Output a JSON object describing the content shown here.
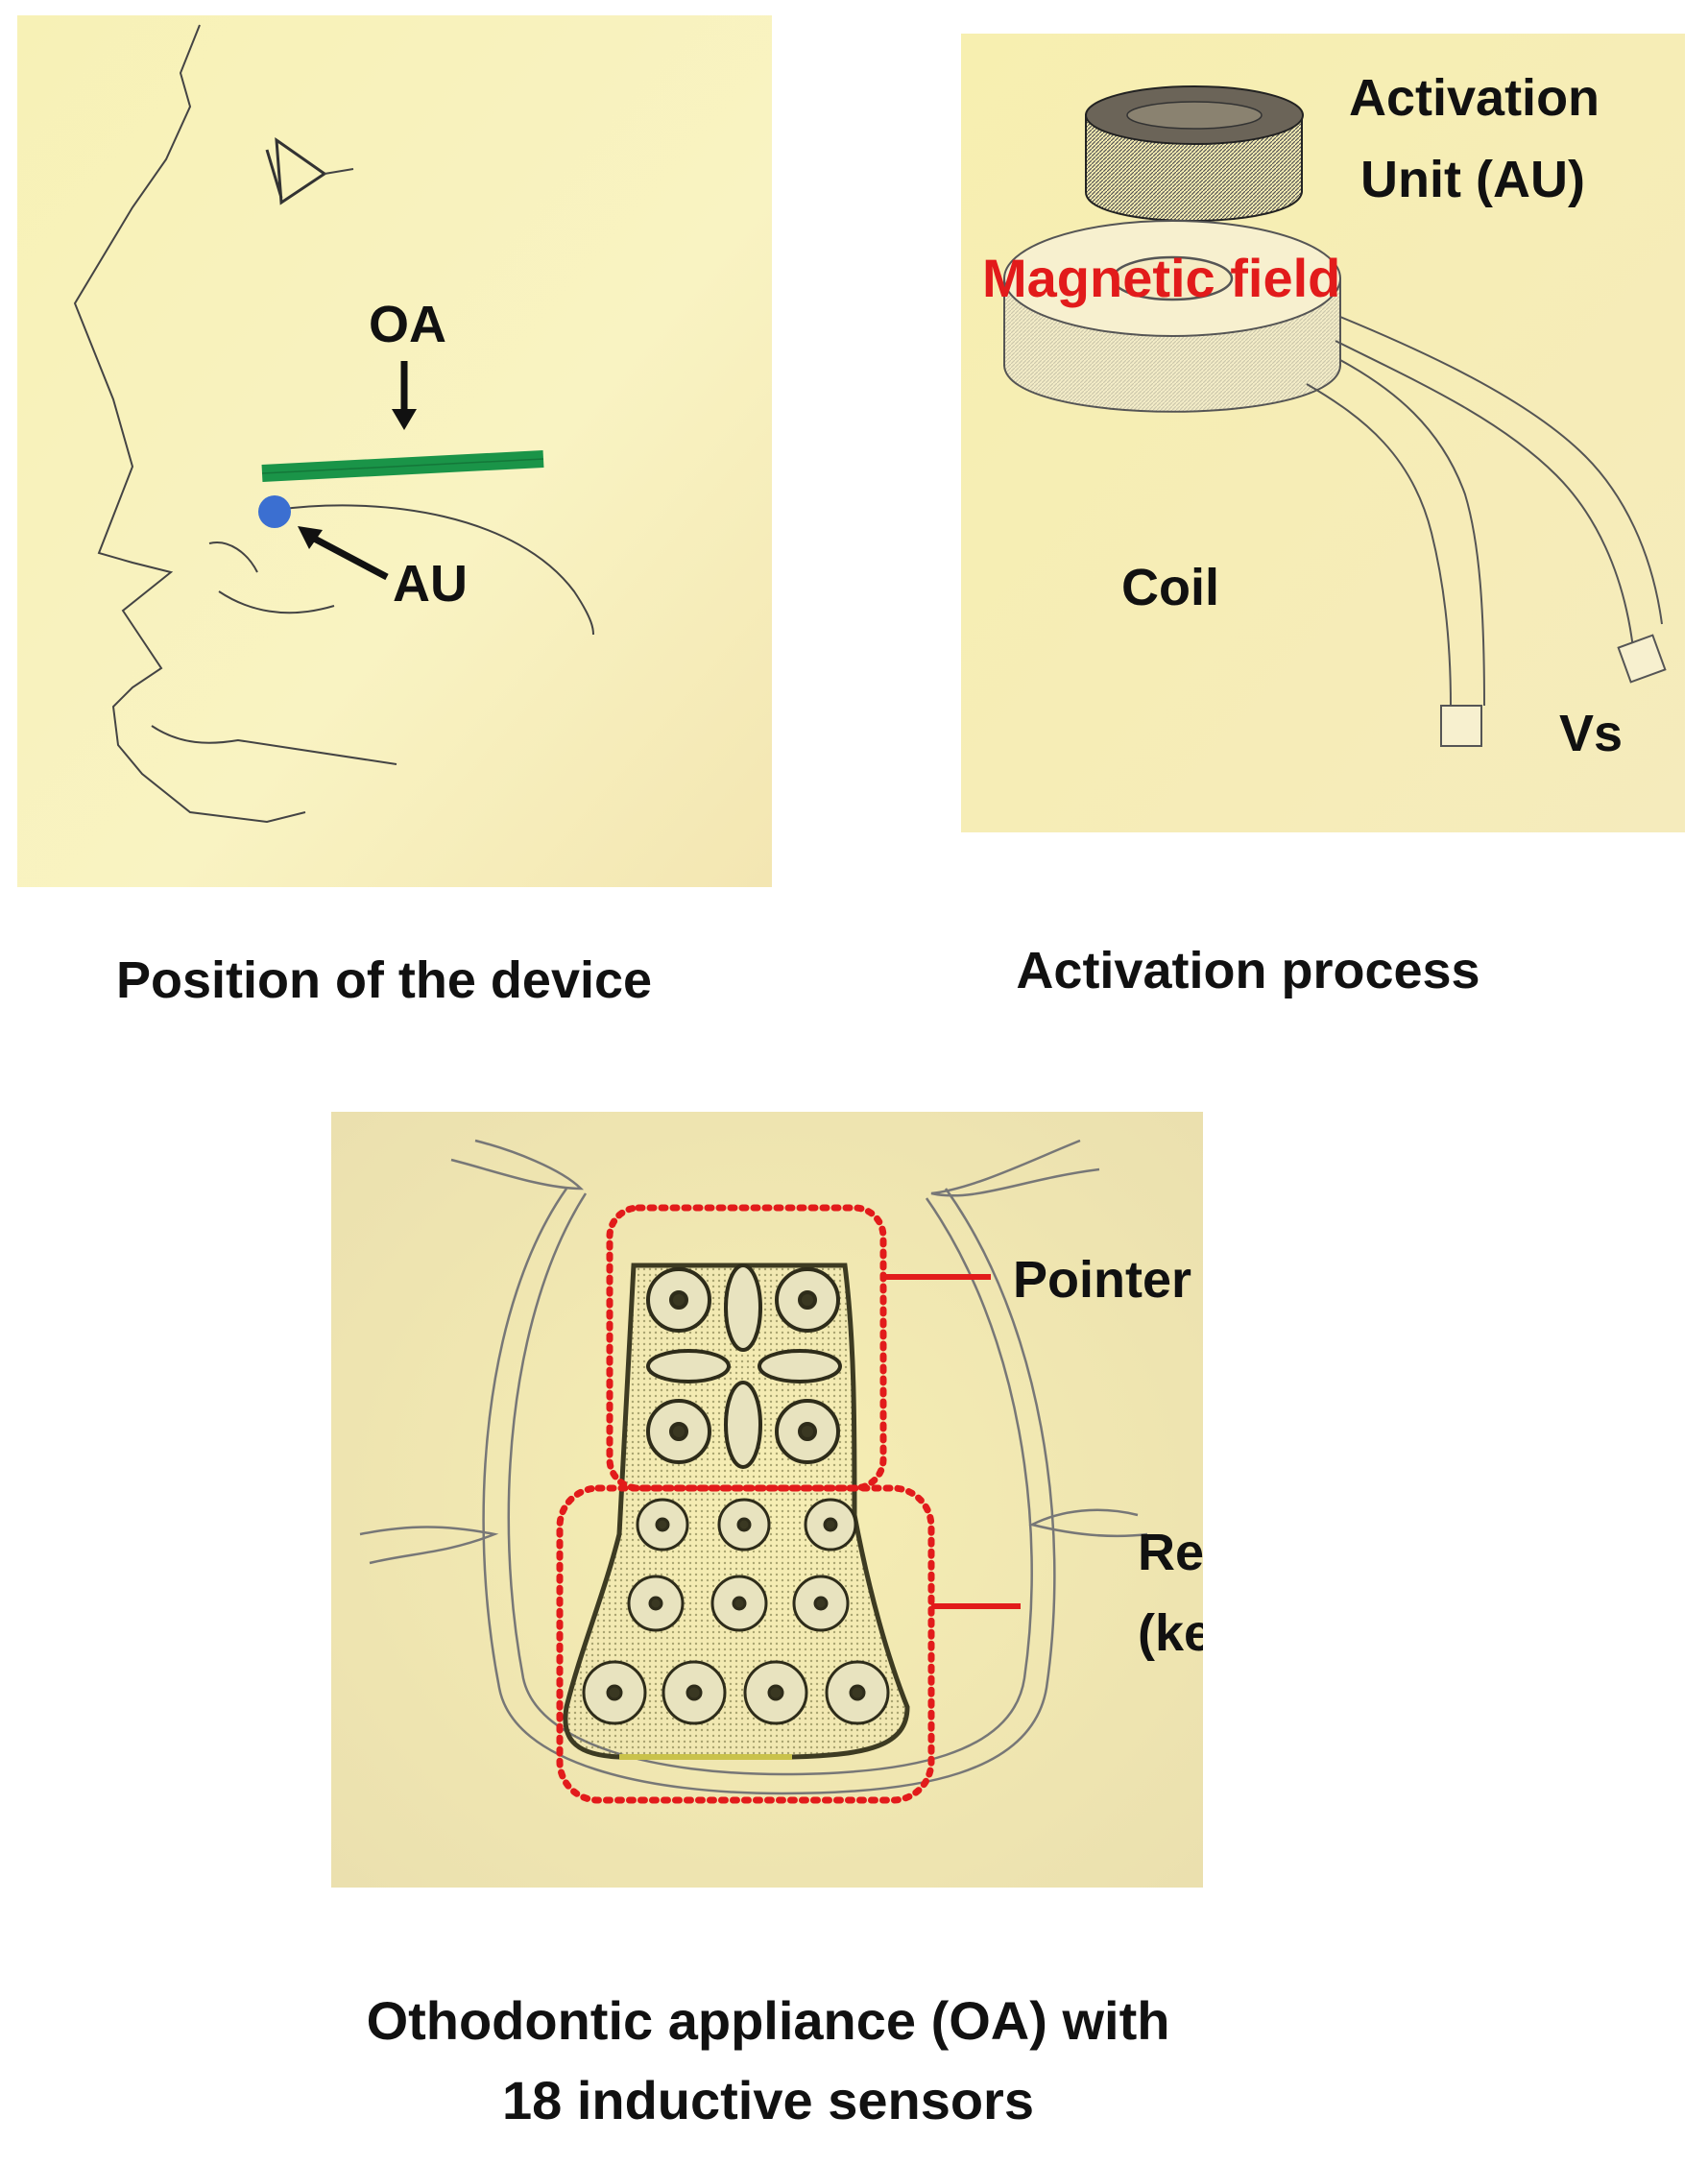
{
  "panels": {
    "position": {
      "caption": "Position of the device",
      "label_oa": "OA",
      "label_au": "AU",
      "oa_color": "#1a9448",
      "au_color": "#3b6fd1"
    },
    "activation": {
      "caption": "Activation process",
      "label_unit_line1": "Activation",
      "label_unit_line2": "Unit (AU)",
      "label_field": "Magnetic field",
      "label_coil": "Coil",
      "label_vs": "Vs",
      "field_color": "#e21b1b"
    },
    "appliance": {
      "caption_line1": "Othodontic appliance (OA) with",
      "caption_line2": "18 inductive sensors",
      "label_pointer": "Pointer (mouse-like)",
      "label_panel_line1": "Rearmost panel",
      "label_panel_line2": "(keyboard-like)",
      "box_color": "#e21b1b"
    }
  }
}
